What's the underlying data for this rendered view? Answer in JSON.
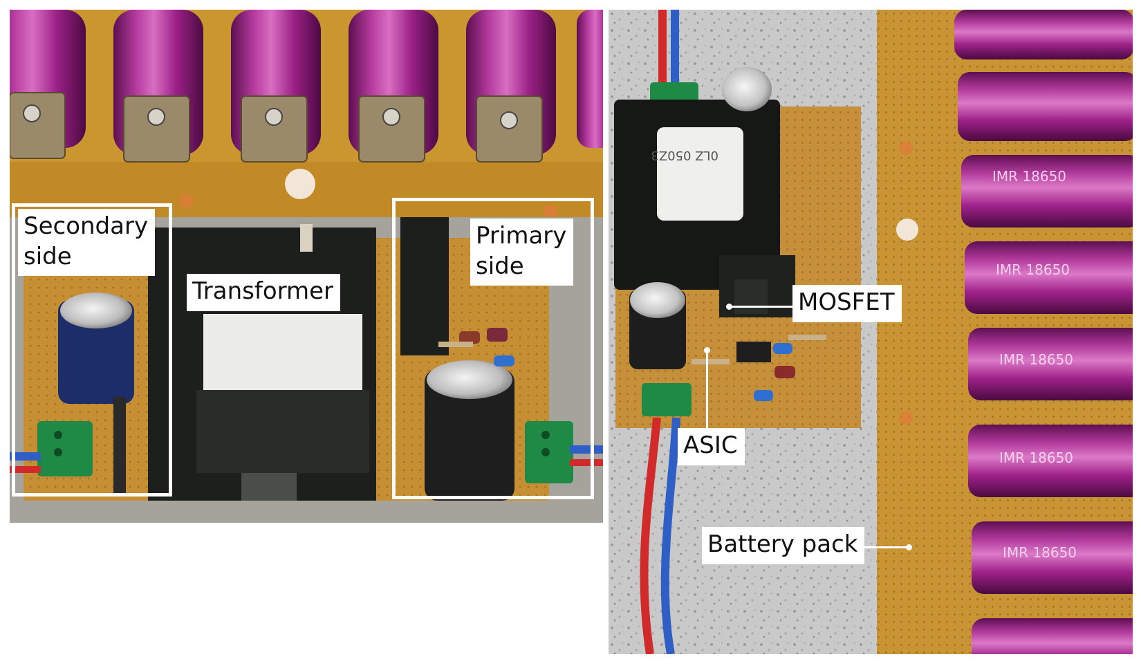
{
  "left_panel": {
    "labels": {
      "secondary": "Secondary\nside",
      "transformer": "Transformer",
      "primary": "Primary\nside"
    }
  },
  "right_panel": {
    "labels": {
      "mosfet": "MOSFET",
      "asic": "ASIC",
      "battery": "Battery pack"
    },
    "cell_text": [
      "IMR 18650",
      "IMR 18650",
      "IMR 18650",
      "IMR 18650",
      "IMR 18650"
    ],
    "cap_text": "0LZ 050Z3"
  },
  "colors": {
    "pcb": "#c9962f",
    "battery": "#a0208a",
    "wire_red": "#d12a2a",
    "wire_blue": "#2f5fc4",
    "terminal": "#1f8a45",
    "label_bg": "#ffffff"
  }
}
